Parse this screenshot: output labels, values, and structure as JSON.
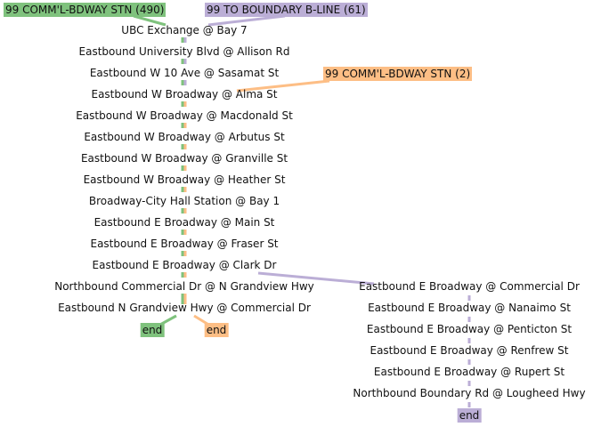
{
  "colors": {
    "green": "#7fc27d",
    "purple": "#bbaed6",
    "orange": "#fdbe85"
  },
  "routes": {
    "green_head": "99 COMM'L-BDWAY STN (490)",
    "purple_head": "99 TO BOUNDARY B-LINE (61)",
    "orange_head": "99 COMM'L-BDWAY STN (2)"
  },
  "trunk_stops": [
    "UBC Exchange @ Bay 7",
    "Eastbound University Blvd @ Allison Rd",
    "Eastbound W 10 Ave @ Sasamat St",
    "Eastbound W Broadway @ Alma St",
    "Eastbound W Broadway @ Macdonald St",
    "Eastbound W Broadway @ Arbutus St",
    "Eastbound W Broadway @ Granville St",
    "Eastbound W Broadway @ Heather St",
    "Broadway-City Hall Station @ Bay 1",
    "Eastbound E Broadway @ Main St",
    "Eastbound E Broadway @ Fraser St",
    "Eastbound E Broadway @ Clark Dr",
    "Northbound Commercial Dr @ N Grandview Hwy",
    "Eastbound N Grandview Hwy @ Commercial Dr"
  ],
  "branch_stops": [
    "Eastbound E Broadway @ Commercial Dr",
    "Eastbound E Broadway @ Nanaimo St",
    "Eastbound E Broadway @ Penticton St",
    "Eastbound E Broadway @ Renfrew St",
    "Eastbound E Broadway @ Rupert St",
    "Northbound Boundary Rd @ Lougheed Hwy"
  ],
  "ends": {
    "green": "end",
    "orange": "end",
    "purple": "end"
  }
}
